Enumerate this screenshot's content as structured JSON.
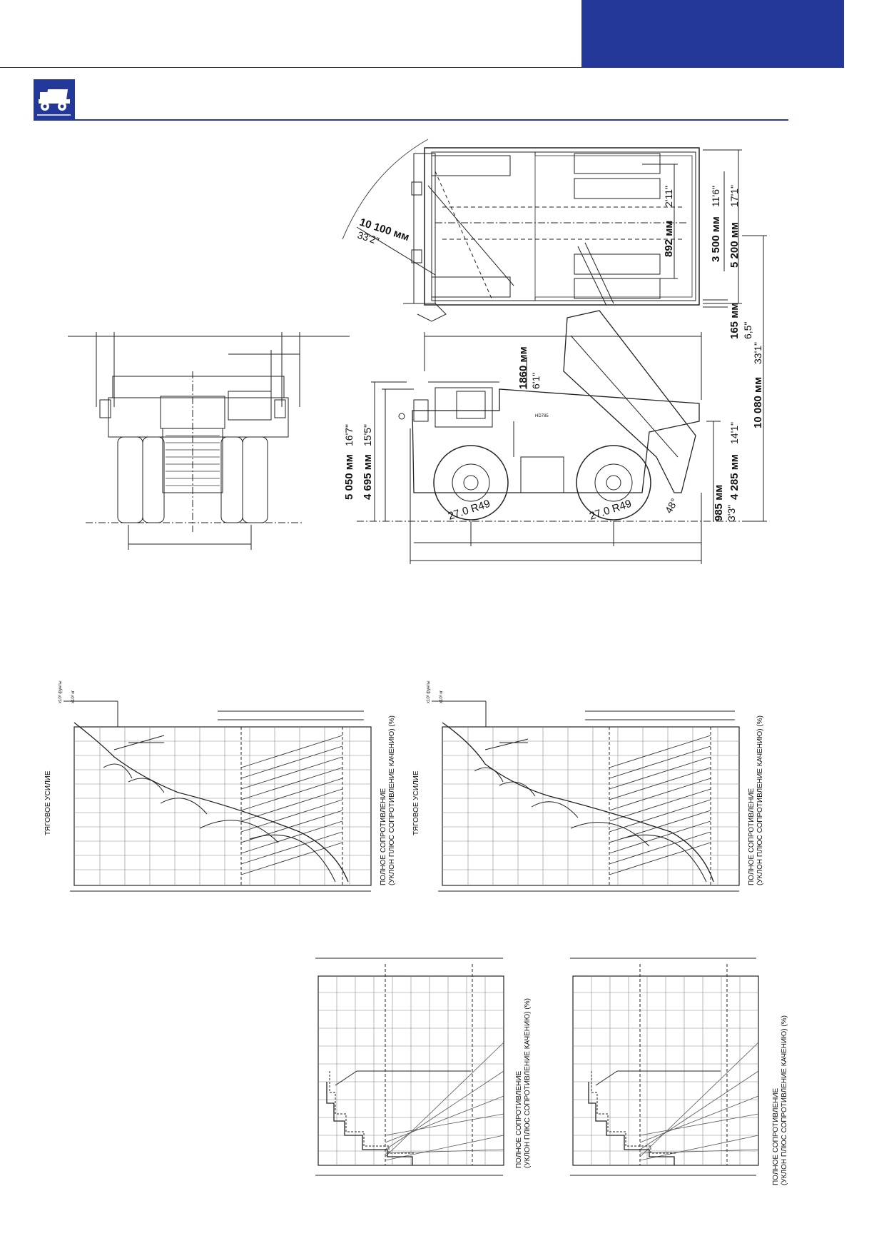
{
  "header": {
    "accent_color": "#24389a",
    "logo_icon": "dump-truck-icon"
  },
  "top_view": {
    "turning_radius_mm": "10 100 мм",
    "turning_radius_ft": "33'2\"",
    "dim_892_mm": "892 мм",
    "dim_892_ft": "2'11\"",
    "dim_3500_mm": "3 500 мм",
    "dim_3500_ft": "11'6\"",
    "dim_5200_mm": "5 200 мм",
    "dim_5200_ft": "17'1\"",
    "dim_165_mm": "165 мм",
    "dim_165_ft": "6,5\"",
    "dim_10080_mm": "10 080 мм",
    "dim_10080_ft": "33'1\""
  },
  "side_view": {
    "model_label": "HD785",
    "dim_1860_mm": "1860 мм",
    "dim_1860_ft": "6'1\"",
    "dim_5050_mm": "5 050 мм",
    "dim_5050_ft": "16'7\"",
    "dim_4695_mm": "4 695 мм",
    "dim_4695_ft": "15'5\"",
    "dim_4285_mm": "4 285 мм",
    "dim_4285_ft": "14'1\"",
    "dim_985_mm": "985 мм",
    "dim_985_ft": "3'3\"",
    "dump_angle": "48°",
    "tire_front": "27.0  R49",
    "tire_rear": "27.0  R49"
  },
  "rimpull_charts": {
    "y_label": "ТЯГОВОЕ УСИЛИЕ",
    "unit_lb": "x10³ фунты",
    "unit_kg": "x10³ кг",
    "resistance_line1": "ПОЛНОЕ СОПРОТИВЛЕНИЕ",
    "resistance_line2": "(УКЛОН ПЛЮС СОПРОТИВЛЕНИЕ КАЧЕНИЮ) (%)"
  },
  "retarder_charts": {
    "resistance_line1": "ПОЛНОЕ СОПРОТИВЛЕНИЕ",
    "resistance_line2": "(УКЛОН ПЛЮС СОПРОТИВЛЕНИЕ КАЧЕНИЮ) (%)"
  }
}
